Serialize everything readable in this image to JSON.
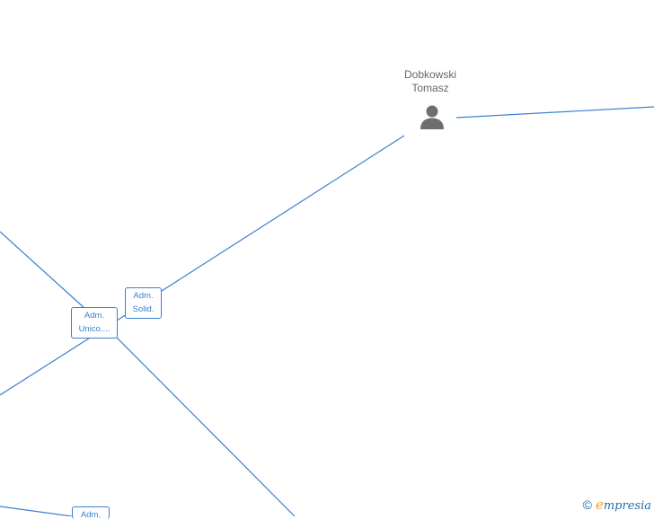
{
  "person": {
    "name_line1": "Dobkowski",
    "name_line2": "Tomasz",
    "icon": "person-icon"
  },
  "roles": [
    {
      "line1": "Adm.",
      "line2": "Solid."
    },
    {
      "line1": "Adm.",
      "line2": "Unico...."
    },
    {
      "line1": "Adm.",
      "line2": ""
    }
  ],
  "brand": {
    "copyright": "©",
    "initial": "e",
    "name": "mpresia"
  },
  "colors": {
    "edge": "#3b7fd1",
    "text": "#666666",
    "brand": "#1f6fae",
    "brand_accent": "#f0a020"
  }
}
